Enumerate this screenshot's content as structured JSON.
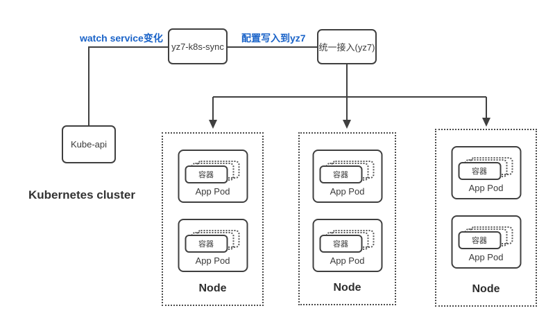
{
  "boxes": {
    "sync": {
      "label": "yz7-k8s-sync"
    },
    "gateway": {
      "label": "统一接入(yz7)"
    },
    "kube_api": {
      "label": "Kube-api"
    }
  },
  "edge_labels": {
    "watch": "watch service变化",
    "config": "配置写入到yz7"
  },
  "cluster_label": "Kubernetes cluster",
  "nodes": [
    {
      "label": "Node",
      "pods": [
        {
          "container": "容器",
          "label": "App Pod"
        },
        {
          "container": "容器",
          "label": "App Pod"
        }
      ]
    },
    {
      "label": "Node",
      "pods": [
        {
          "container": "容器",
          "label": "App Pod"
        },
        {
          "container": "容器",
          "label": "App Pod"
        }
      ]
    },
    {
      "label": "Node",
      "pods": [
        {
          "container": "容器",
          "label": "App Pod"
        },
        {
          "container": "容器",
          "label": "App Pod"
        }
      ]
    }
  ],
  "colors": {
    "accent_blue": "#1a63c8",
    "line_gray": "#3f3f3f",
    "background": "#ffffff"
  }
}
